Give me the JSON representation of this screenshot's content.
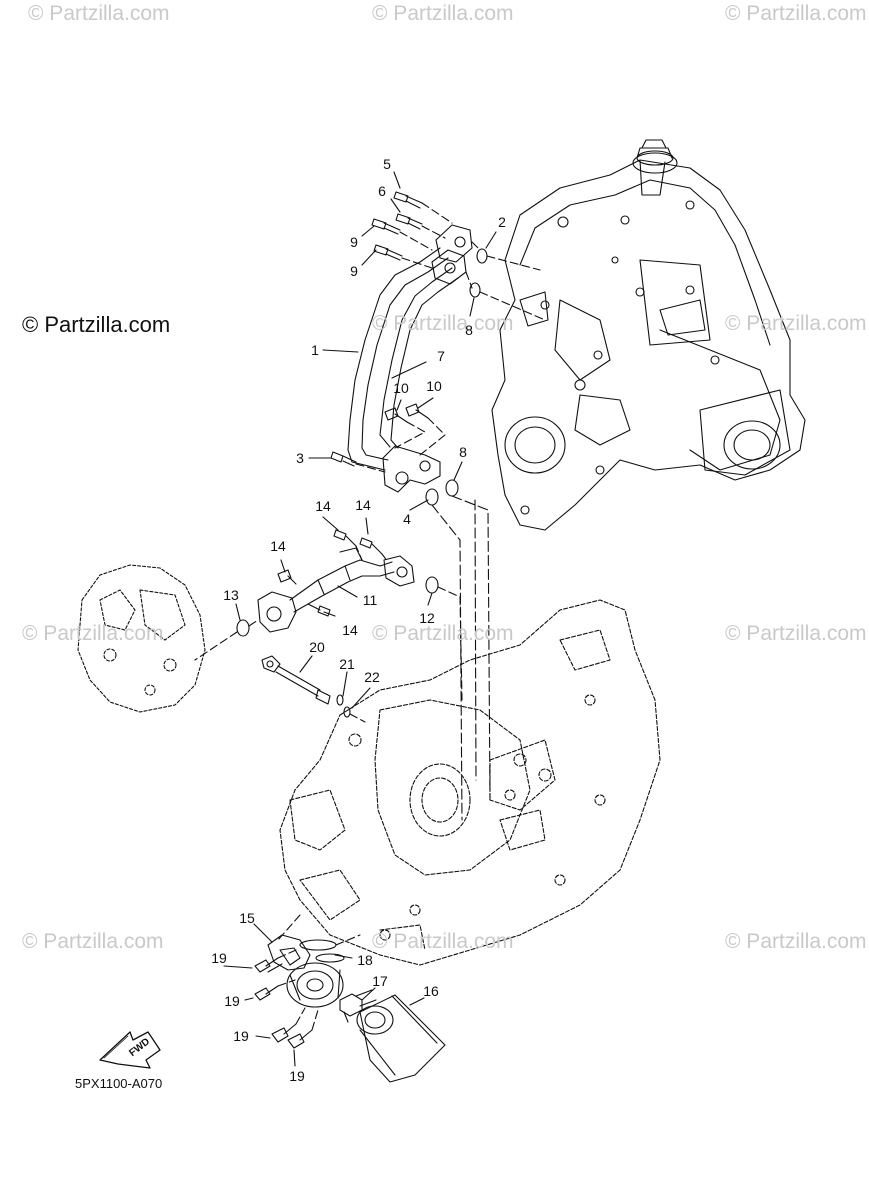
{
  "watermark": {
    "text": "© Partzilla.com",
    "main_text": "© Partzilla.com"
  },
  "diagram_code": "5PX1100-A070",
  "fwd_label": "FWD",
  "callouts": [
    "1",
    "2",
    "3",
    "4",
    "5",
    "6",
    "7",
    "8",
    "8",
    "9",
    "9",
    "10",
    "10",
    "11",
    "12",
    "13",
    "14",
    "14",
    "14",
    "14",
    "15",
    "16",
    "17",
    "18",
    "19",
    "19",
    "19",
    "19",
    "20",
    "21",
    "22"
  ],
  "colors": {
    "line": "#111111",
    "watermark": "#c9c9c9"
  }
}
